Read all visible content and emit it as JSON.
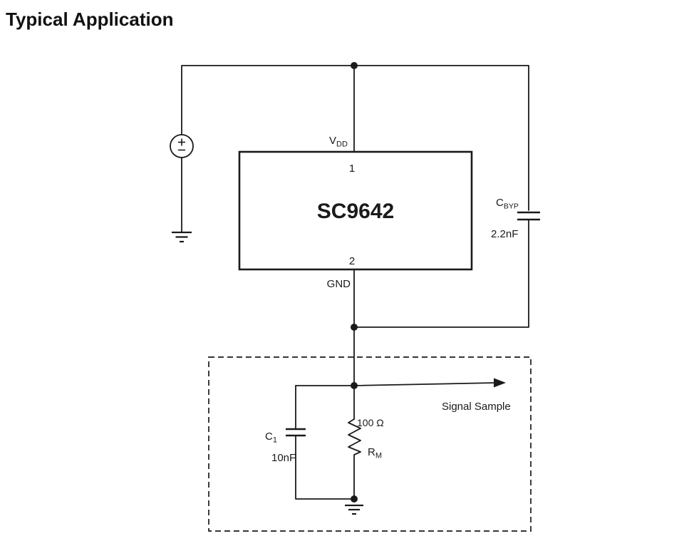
{
  "page": {
    "title": "Typical Application"
  },
  "circuit": {
    "ic": {
      "name": "SC9642",
      "pin1_number": "1",
      "pin1_label_main": "V",
      "pin1_label_sub": "DD",
      "pin2_number": "2",
      "pin2_label": "GND"
    },
    "cbyp": {
      "ref_main": "C",
      "ref_sub": "BYP",
      "value": "2.2nF"
    },
    "c1": {
      "ref_main": "C",
      "ref_sub": "1",
      "value": "10nF"
    },
    "rm": {
      "ref_main": "R",
      "ref_sub": "M",
      "value": "100 Ω"
    },
    "signal_sample_label": "Signal Sample",
    "colors": {
      "line": "#1a1a1a",
      "background": "#ffffff"
    }
  }
}
